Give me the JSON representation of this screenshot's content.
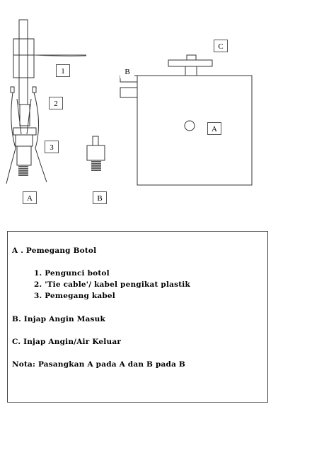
{
  "labels": {
    "part1": "1",
    "part2": "2",
    "part3": "3",
    "holder_a": "A",
    "valve_b": "B",
    "box_a": "A",
    "box_b": "B",
    "box_c": "C"
  },
  "legend": {
    "heading": "A . Pemegang Botol",
    "items": [
      "1. Pengunci botol",
      "2. 'Tie cable'/ kabel pengikat plastik",
      "3. Pemegang kabel"
    ],
    "inlet": "B. Injap Angin Masuk",
    "outlet": "C. Injap Angin/Air Keluar",
    "note": "Nota: Pasangkan A pada A dan B pada B"
  }
}
